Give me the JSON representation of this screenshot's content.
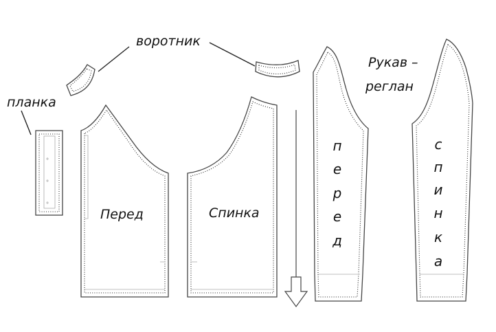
{
  "labels": {
    "collar": "воротник",
    "placket": "планка",
    "front": "Перед",
    "back": "Спинка",
    "sleeve_title_line1": "Рукав –",
    "sleeve_title_line2": "реглан"
  },
  "sleeve_front_letters": [
    "п",
    "е",
    "р",
    "е",
    "д"
  ],
  "sleeve_back_letters": [
    "с",
    "п",
    "и",
    "н",
    "к",
    "а"
  ]
}
